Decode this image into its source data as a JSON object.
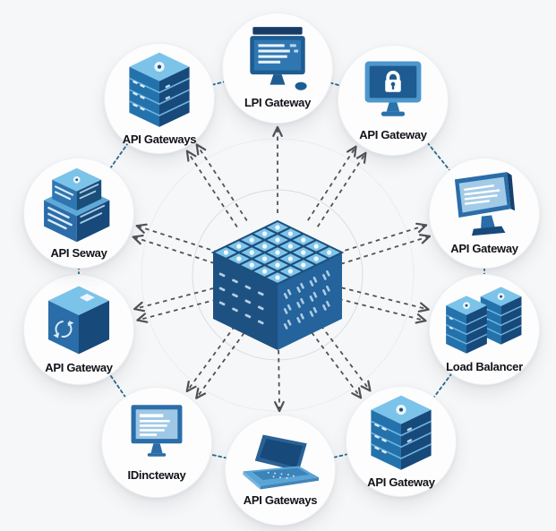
{
  "diagram": {
    "kind": "architecture-ring-diagram",
    "center_icon": "isometric-grid-cube-icon",
    "nodes": [
      {
        "id": "top-center",
        "label": "LPI Gateway",
        "icon": "desktop-monitor-with-mouse-icon"
      },
      {
        "id": "top-right",
        "label": "API Gateway",
        "icon": "monitor-with-padlock-icon"
      },
      {
        "id": "right-upper",
        "label": "API Gateway",
        "icon": "angled-monitor-icon"
      },
      {
        "id": "right-lower",
        "label": "Load Balancer",
        "icon": "dual-server-towers-icon"
      },
      {
        "id": "bottom-right",
        "label": "API Gateway",
        "icon": "server-tower-icon"
      },
      {
        "id": "bottom-center",
        "label": "API Gateways",
        "icon": "laptop-icon"
      },
      {
        "id": "bottom-left",
        "label": "IDincteway",
        "icon": "desktop-monitor-icon"
      },
      {
        "id": "left-lower",
        "label": "API Gateway",
        "icon": "cube-with-sync-icon"
      },
      {
        "id": "left-upper",
        "label": "API Seway",
        "icon": "stacked-server-boxes-icon"
      },
      {
        "id": "top-left",
        "label": "API Gateways",
        "icon": "server-tower-icon"
      }
    ],
    "colors": {
      "background": "#f6f7f8",
      "node_circle": "#fdfdfe",
      "icon_light_blue": "#7cc3ea",
      "icon_mid_blue": "#2a6da8",
      "icon_dark_blue": "#17497a",
      "ring_connector_blue": "#26688f",
      "radial_arrow_gray": "#515156",
      "label_text": "#111318"
    }
  }
}
